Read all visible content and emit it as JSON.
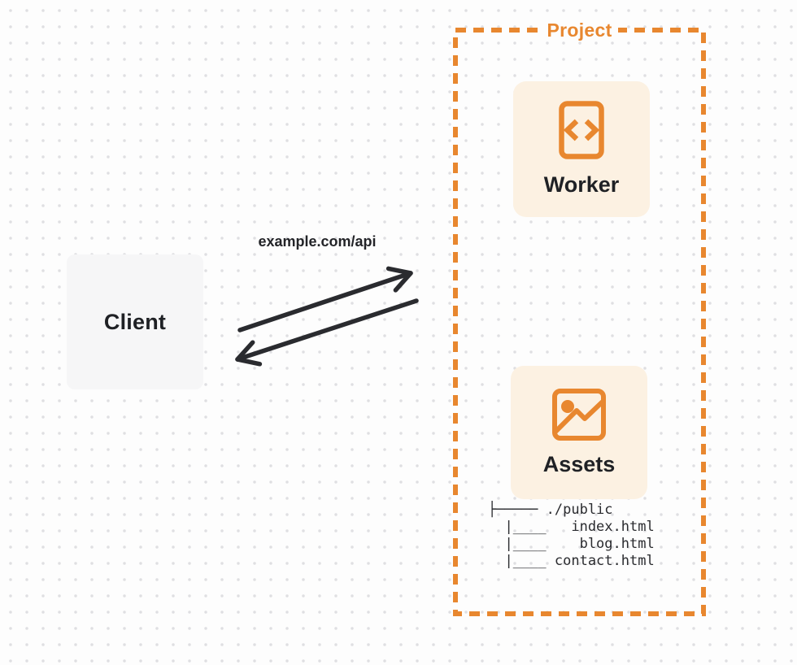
{
  "diagram": {
    "client": {
      "label": "Client"
    },
    "request_label": "example.com/api",
    "project": {
      "title": "Project",
      "worker": {
        "label": "Worker",
        "icon": "code-file-icon"
      },
      "assets": {
        "label": "Assets",
        "icon": "image-icon"
      },
      "file_tree": [
        "├───── ./public",
        "  |____   index.html",
        "  |____    blog.html",
        "  |____ contact.html"
      ]
    },
    "colors": {
      "accent_orange": "#E8872F",
      "card_cream": "#FCF1E2",
      "client_gray": "#F6F6F7",
      "ink": "#2A2B2F",
      "dot_grid": "#DFDFE2",
      "page_background": "#FDFDFD"
    }
  }
}
